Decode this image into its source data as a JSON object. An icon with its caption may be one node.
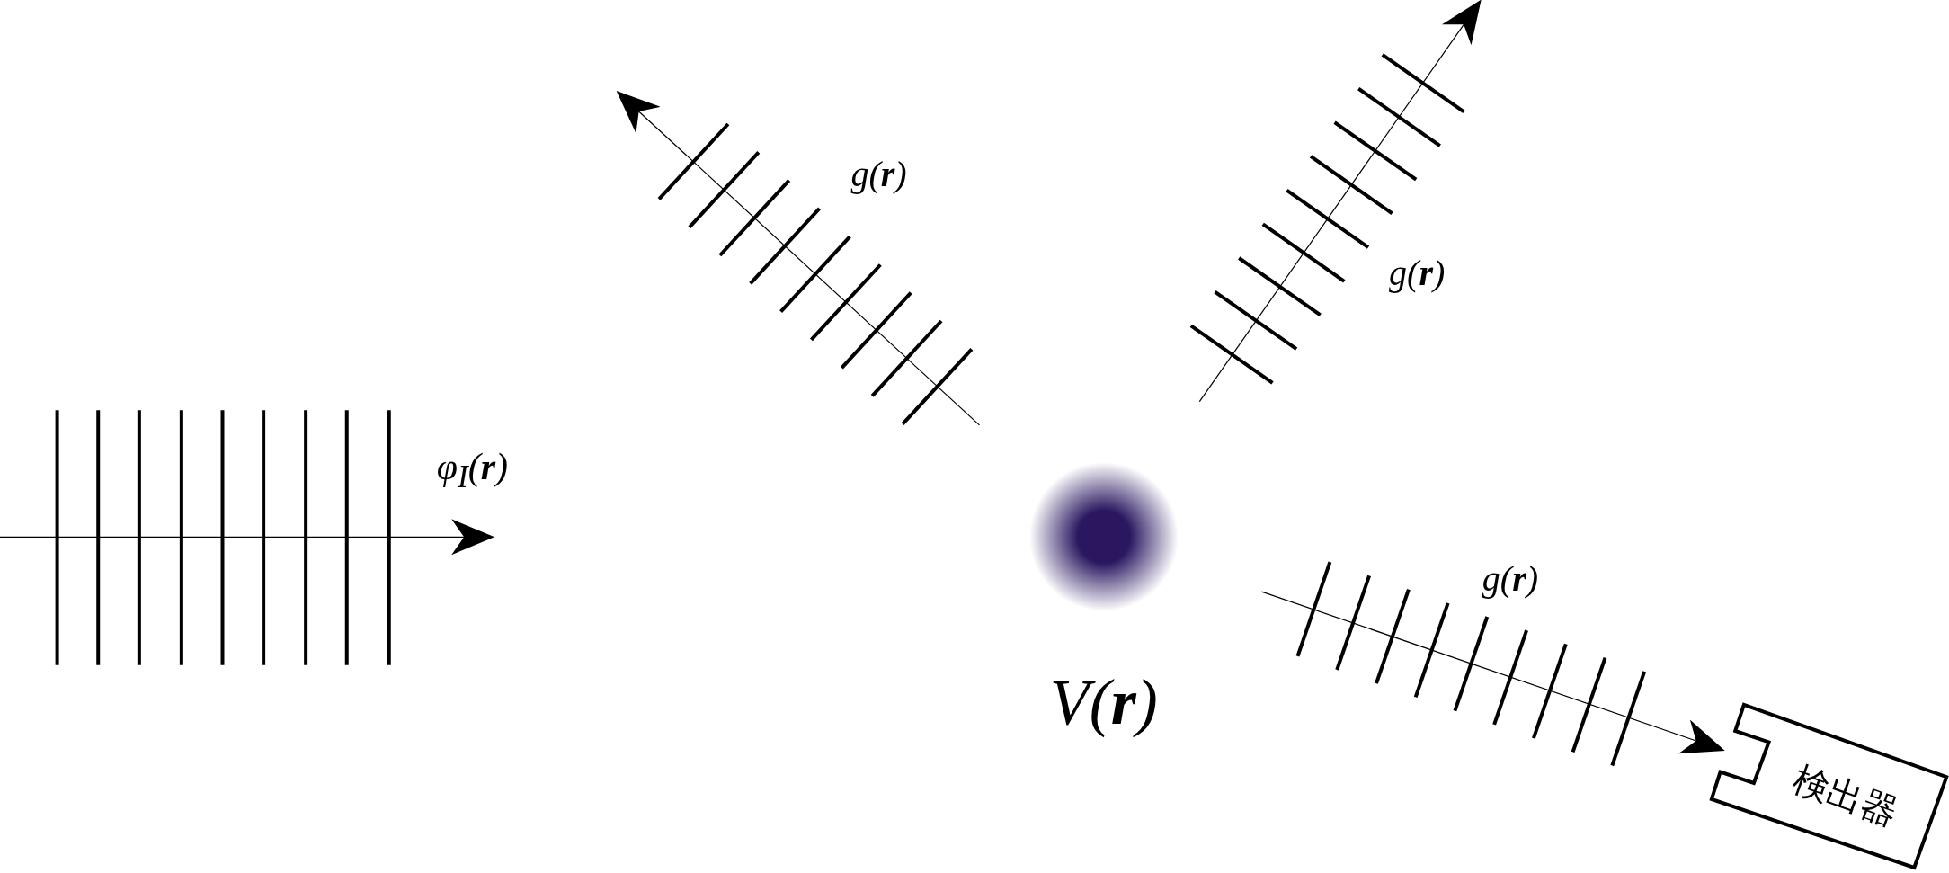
{
  "diagram": {
    "nodes": [
      {
        "text": [],
        "shape": "circle",
        "beside": [
          "V(**r**)"
        ]
      },
      {
        "text": [
          "検出器"
        ]
      }
    ],
    "edges": [
      {
        "from": null,
        "to": 1,
        "arrow": "to"
      }
    ],
    "labels": [
      "g(**r**)",
      "g(**r**)",
      "φ$_{I}$(**r**)",
      "g(**r**)"
    ]
  }
}
